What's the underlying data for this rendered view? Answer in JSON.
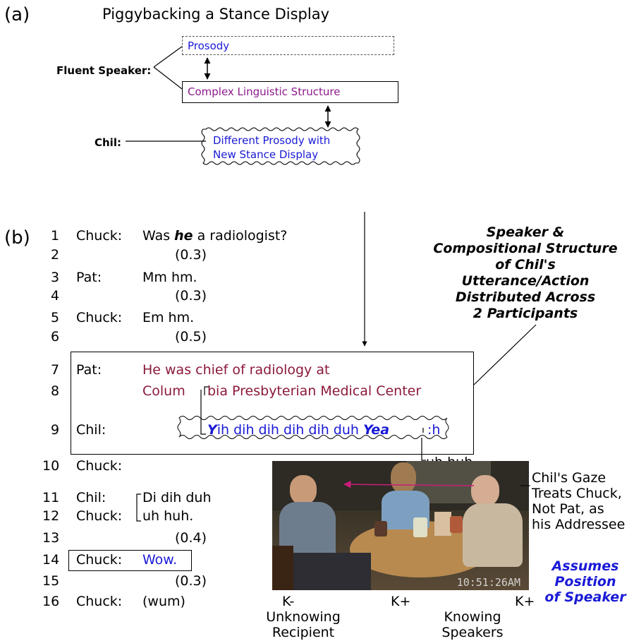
{
  "panel_a": {
    "label": "(a)",
    "title": "Piggybacking a Stance Display",
    "fluent_speaker_label": "Fluent Speaker:",
    "prosody": "Prosody",
    "complex_structure": "Complex Linguistic Structure",
    "chil_label": "Chil:",
    "different_prosody_line1": "Different Prosody with",
    "different_prosody_line2": "New Stance Display"
  },
  "panel_b": {
    "label": "(b)",
    "transcript": [
      {
        "num": "1",
        "speaker": "Chuck:",
        "pre": "Was ",
        "bold_italic": "he",
        "post": " a radiologist?"
      },
      {
        "num": "2",
        "speaker": "",
        "text": "(0.3)"
      },
      {
        "num": "3",
        "speaker": "Pat:",
        "text": "Mm hm."
      },
      {
        "num": "4",
        "speaker": "",
        "text": "(0.3)"
      },
      {
        "num": "5",
        "speaker": "Chuck:",
        "text": "Em hm."
      },
      {
        "num": "6",
        "speaker": "",
        "text": "(0.5)"
      },
      {
        "num": "7",
        "speaker": "Pat:",
        "text": "He was chief of radiology at"
      },
      {
        "num": "8",
        "speaker": "",
        "text_a": "Colum",
        "text_b": "bia Presbyterian Medical Center"
      },
      {
        "num": "9",
        "speaker": "Chil:",
        "y_bold": "Y",
        "mid": "ih dih dih dih dih duh ",
        "yea": "Yea",
        "tail": ":h"
      },
      {
        "num": "10",
        "speaker": "Chuck:",
        "overlap": "uh huh."
      },
      {
        "num": "11",
        "speaker": "Chil:",
        "text": "Di dih duh"
      },
      {
        "num": "12",
        "speaker": "Chuck:",
        "text": "uh huh."
      },
      {
        "num": "13",
        "speaker": "",
        "text": "(0.4)"
      },
      {
        "num": "14",
        "speaker": "Chuck:",
        "text": "Wow."
      },
      {
        "num": "15",
        "speaker": "",
        "text": "(0.3)"
      },
      {
        "num": "16",
        "speaker": "Chuck:",
        "text": "(wum)"
      }
    ],
    "side_note": [
      "Speaker &",
      "Compositional Structure",
      "of Chil's",
      "Utterance/Action",
      "Distributed Across",
      "2 Participants"
    ],
    "gaze_note": [
      "Chil's Gaze",
      "Treats Chuck,",
      "Not Pat, as",
      "his Addressee"
    ],
    "assumes_note": [
      "Assumes",
      "Position",
      "of Speaker"
    ],
    "photo_timestamp": "10:51:26AM",
    "k_minus": "K-",
    "k_plus_1": "K+",
    "k_plus_2": "K+",
    "unknowing": [
      "Unknowing",
      "Recipient"
    ],
    "knowing": [
      "Knowing",
      "Speakers"
    ]
  },
  "colors": {
    "blue": "#1a1ad6",
    "purple": "#8b1a8b",
    "maroon": "#8b1a3a",
    "magenta_arrow": "#c81e7a"
  }
}
